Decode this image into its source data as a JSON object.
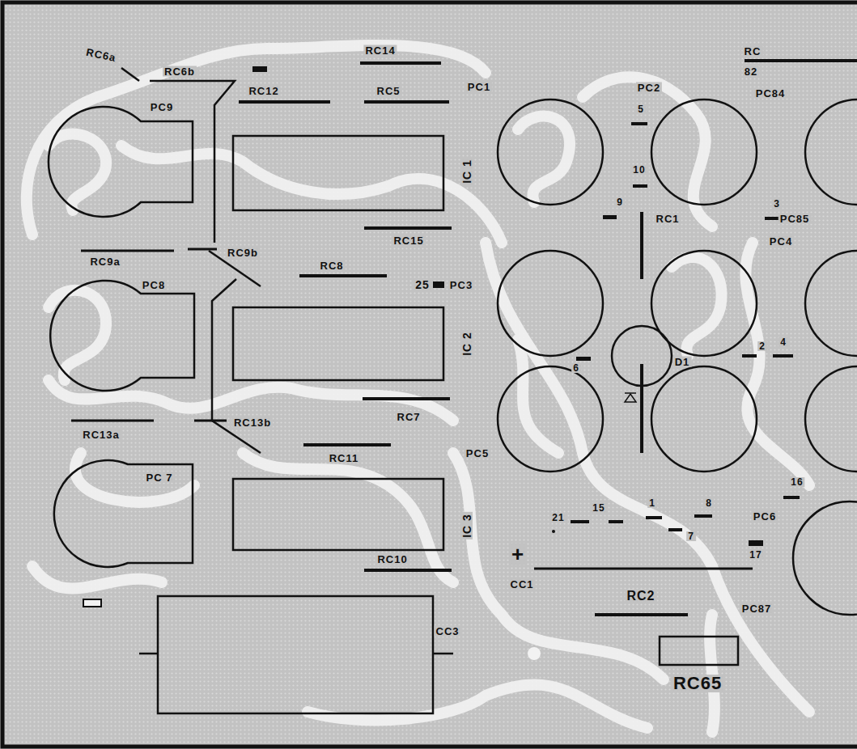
{
  "diagram": {
    "labels": [
      "RC6a",
      "RC6b",
      "RC14",
      "RC",
      "82",
      "RC12",
      "RC5",
      "PC1",
      "PC2",
      "PC84",
      "PC9",
      "5",
      "IC 1",
      "10",
      "9",
      "RC1",
      "3",
      "PC85",
      "PC4",
      "RC15",
      "RC9a",
      "RC9b",
      "RC8",
      "25",
      "PC3",
      "PC8",
      "IC 2",
      "D1",
      "2",
      "4",
      "6",
      "RC7",
      "RC13a",
      "RC13b",
      "PC5",
      "RC11",
      "PC 7",
      "16",
      "1",
      "8",
      "15",
      "IC 3",
      "PC6",
      "21",
      "7",
      "+",
      "17",
      "RC10",
      "CC1",
      "RC2",
      "PC87",
      "CC3",
      "RC65"
    ]
  }
}
